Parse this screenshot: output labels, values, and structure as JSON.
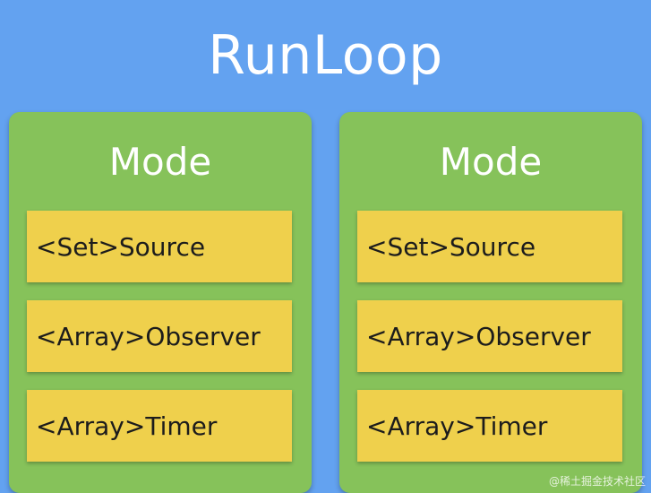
{
  "title": "RunLoop",
  "modes": [
    {
      "title": "Mode",
      "items": [
        "<Set>Source",
        "<Array>Observer",
        "<Array>Timer"
      ]
    },
    {
      "title": "Mode",
      "items": [
        "<Set>Source",
        "<Array>Observer",
        "<Array>Timer"
      ]
    }
  ],
  "watermark": "@稀土掘金技术社区",
  "colors": {
    "background": "#63a2f0",
    "mode_panel": "#86c25a",
    "item": "#efd04c",
    "title_text": "#ffffff",
    "item_text": "#1c1c1c"
  }
}
